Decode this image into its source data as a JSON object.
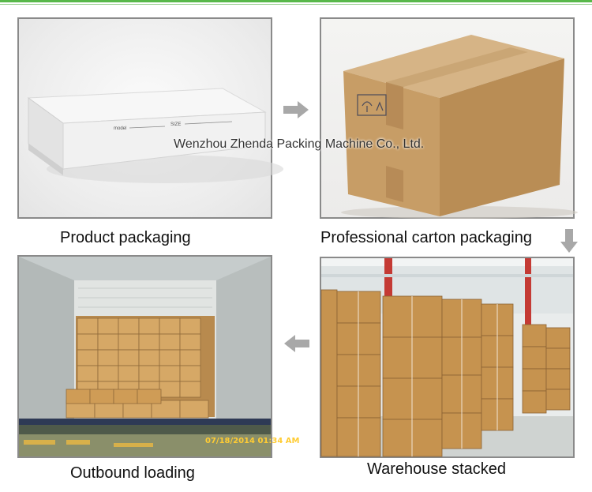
{
  "watermark": "Wenzhou Zhenda Packing Machine Co., Ltd.",
  "steps": [
    {
      "caption": "Product packaging",
      "box_labels": {
        "model": "model",
        "size": "SIZE"
      }
    },
    {
      "caption": "Professional carton packaging"
    },
    {
      "caption": "Warehouse stacked"
    },
    {
      "caption": "Outbound loading",
      "timestamp": "07/18/2014 01:34 AM"
    }
  ],
  "colors": {
    "accent_bar": "#58b84a",
    "arrow": "#a8a8a8",
    "panel_border": "#8a8a8a",
    "kraft": "#c8a26e"
  },
  "icons": [
    "arrow-right-icon",
    "arrow-down-icon",
    "arrow-left-icon"
  ]
}
